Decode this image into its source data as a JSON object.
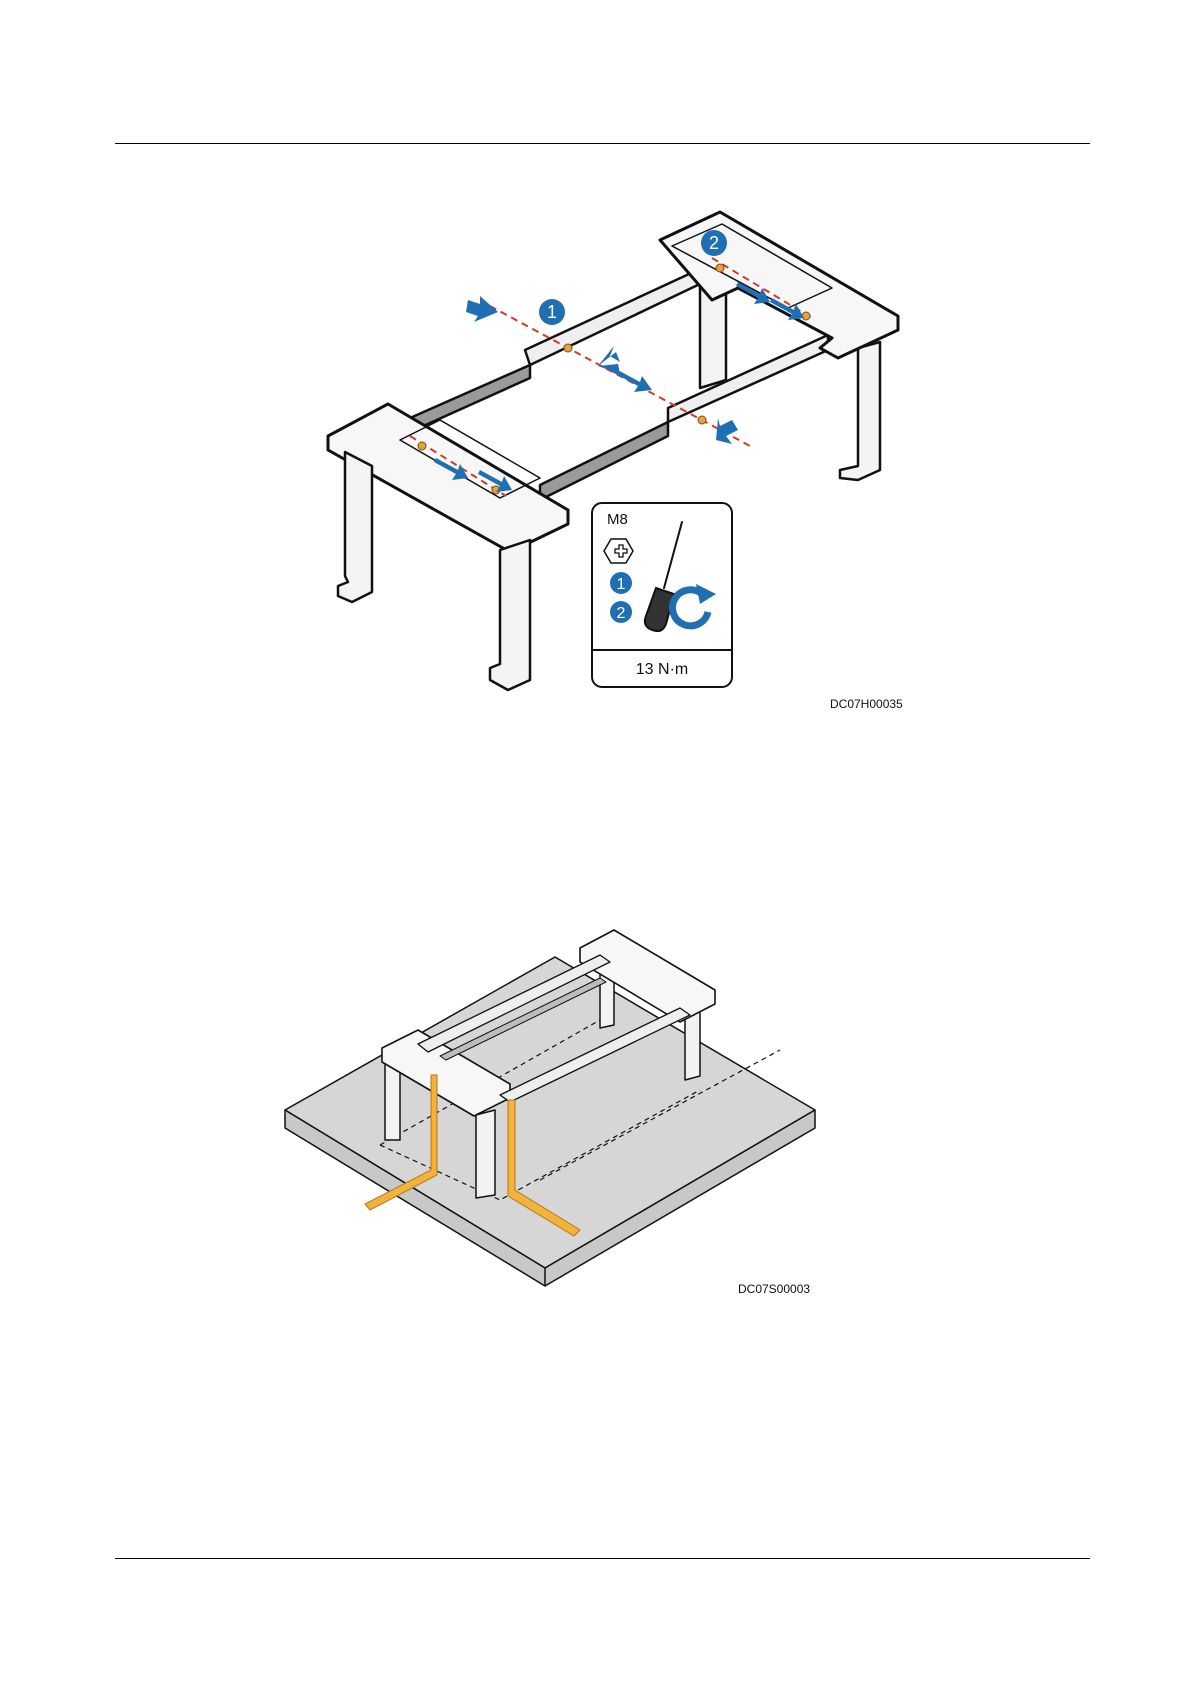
{
  "figure1": {
    "code": "DC07H00035",
    "callouts": [
      "1",
      "2"
    ],
    "legend": {
      "bolt": "M8",
      "steps": [
        "1",
        "2"
      ],
      "torque": "13 N·m"
    }
  },
  "figure2": {
    "code": "DC07S00003"
  },
  "colors": {
    "arrow_blue": "#1F6FB2",
    "dash_red": "#D23A2A",
    "tape_orange": "#F2B33D",
    "floor_gray": "#D6D6D6",
    "frame_fill": "#F5F5F5"
  },
  "icons": [
    "hex-phillips-icon",
    "screwdriver-icon",
    "rotate-clockwise-icon"
  ]
}
